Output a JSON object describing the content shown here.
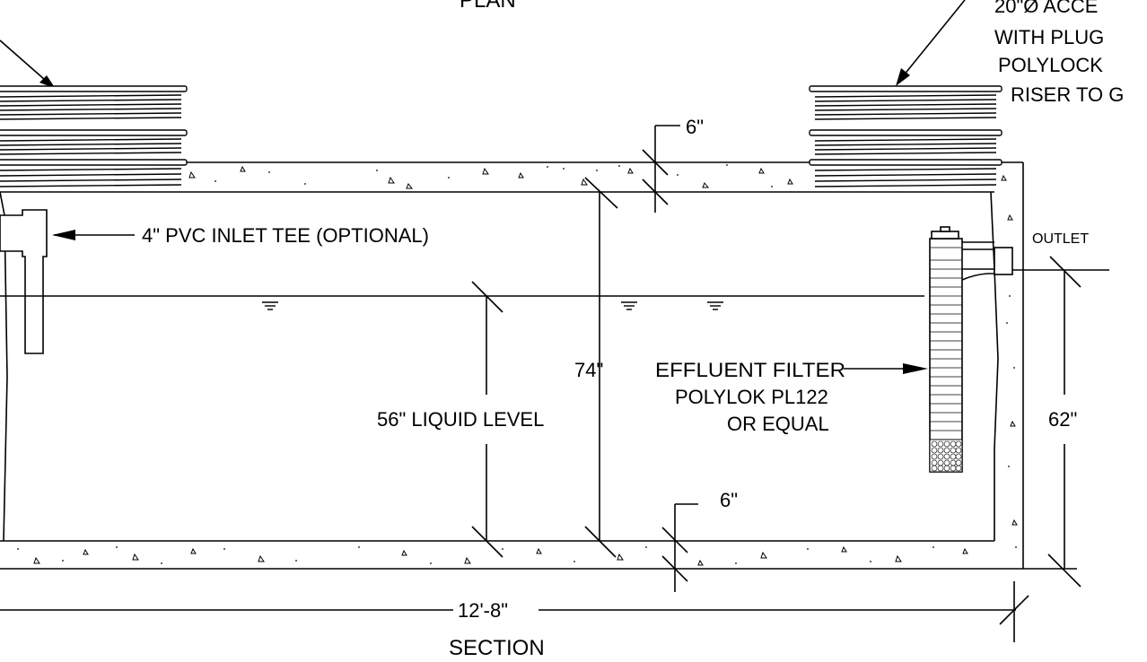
{
  "labels": {
    "plan": "PLAN",
    "riser_note_1": "20\"Ø ACCE",
    "riser_note_2": "WITH PLUG",
    "riser_note_3": "POLYLOCK",
    "riser_note_4": "RISER TO G",
    "top_slab": "6\"",
    "inlet_tee": "4\" PVC INLET TEE (OPTIONAL)",
    "outlet": "OUTLET",
    "height_74": "74\"",
    "liquid_level": "56\" LIQUID LEVEL",
    "filter_1": "EFFLUENT FILTER",
    "filter_2": "POLYLOK PL122",
    "filter_3": "OR EQUAL",
    "outlet_height": "62\"",
    "bottom_slab": "6\"",
    "length": "12'-8\"",
    "section": "SECTION"
  },
  "colors": {
    "line": "#000000",
    "background": "#ffffff"
  }
}
